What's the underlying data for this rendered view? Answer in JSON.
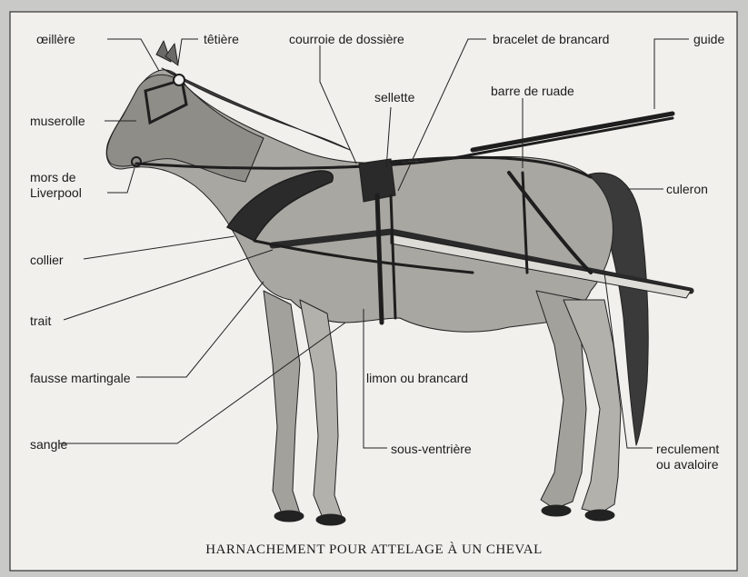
{
  "labels": {
    "oeillere": "œillère",
    "tetiere": "têtière",
    "courroie_dossiere": "courroie de dossière",
    "bracelet_brancard": "bracelet de brancard",
    "guide": "guide",
    "sellette": "sellette",
    "barre_ruade": "barre de ruade",
    "muserolle": "muserolle",
    "mors_liverpool_1": "mors de",
    "mors_liverpool_2": "Liverpool",
    "culeron": "culeron",
    "collier": "collier",
    "trait": "trait",
    "fausse_martingale": "fausse martingale",
    "limon_brancard": "limon ou brancard",
    "sangle": "sangle",
    "sous_ventriere": "sous-ventrière",
    "reculement_1": "reculement",
    "reculement_2": "ou avaloire"
  },
  "caption": "HARNACHEMENT POUR ATTELAGE À UN CHEVAL"
}
